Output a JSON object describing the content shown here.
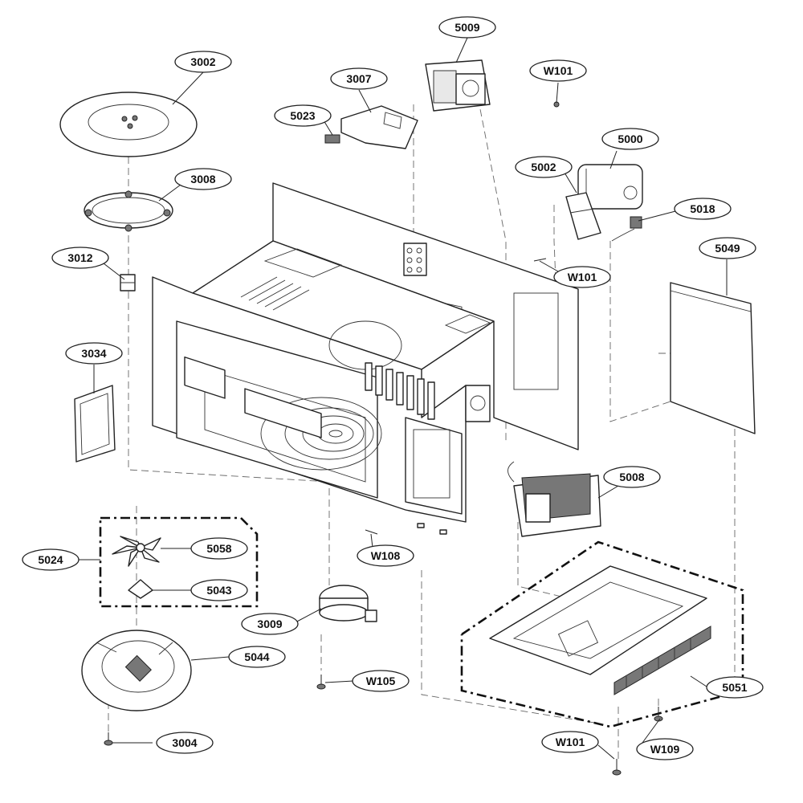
{
  "callouts": {
    "c3002": "3002",
    "c3007": "3007",
    "c5009": "5009",
    "cW101a": "W101",
    "c5023": "5023",
    "c5000": "5000",
    "c5002": "5002",
    "c3008": "3008",
    "c5018": "5018",
    "c3012": "3012",
    "cW101b": "W101",
    "c5049": "5049",
    "c3034": "3034",
    "c5008": "5008",
    "c5024": "5024",
    "c5058": "5058",
    "cW108": "W108",
    "c5043": "5043",
    "c3009": "3009",
    "c5044": "5044",
    "cW105": "W105",
    "c5051": "5051",
    "c3004": "3004",
    "cW101c": "W101",
    "cW109": "W109"
  }
}
